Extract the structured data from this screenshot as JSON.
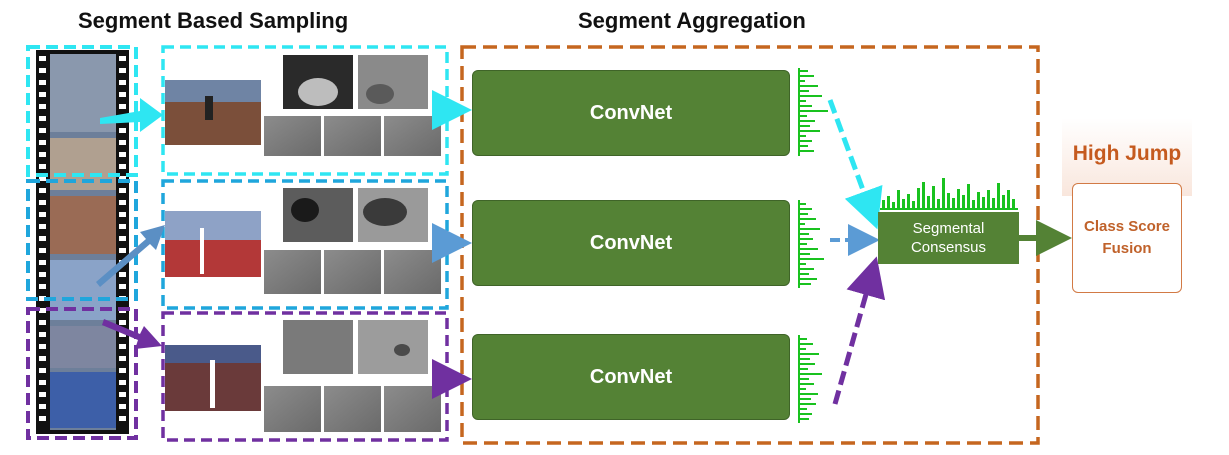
{
  "titles": {
    "sampling": "Segment Based Sampling",
    "aggregation": "Segment Aggregation"
  },
  "convnets": [
    {
      "label": "ConvNet"
    },
    {
      "label": "ConvNet"
    },
    {
      "label": "ConvNet"
    }
  ],
  "consensus": {
    "line1": "Segmental",
    "line2": "Consensus"
  },
  "fusion": {
    "line1": "Class Score",
    "line2": "Fusion"
  },
  "class_label": "High Jump",
  "colors": {
    "segment1": "#2ee6f2",
    "segment2": "#1fa6dc",
    "segment3": "#7030a0",
    "aggregation_border": "#c5661f",
    "convnet": "#548235",
    "bars": "#19c21f",
    "arrow2": "#5b9bd5"
  },
  "icons": {
    "film_strip": "film-strip-icon",
    "video_frame": "video-frame-icon",
    "flow_image": "optical-flow-icon"
  }
}
